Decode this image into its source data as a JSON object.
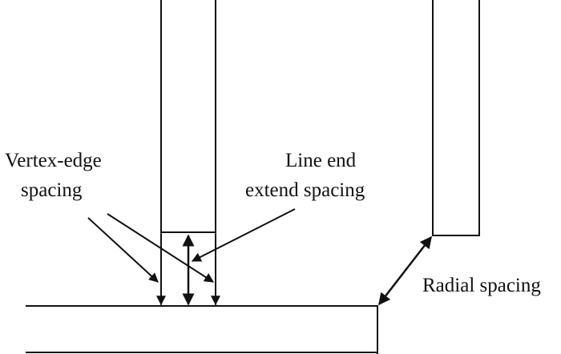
{
  "labels": {
    "vertex_edge": [
      "Vertex-edge",
      "spacing"
    ],
    "line_end": [
      "Line end",
      "extend spacing"
    ],
    "radial": "Radial spacing"
  },
  "colors": {
    "ink": "#111111",
    "background": "#ffffff"
  }
}
